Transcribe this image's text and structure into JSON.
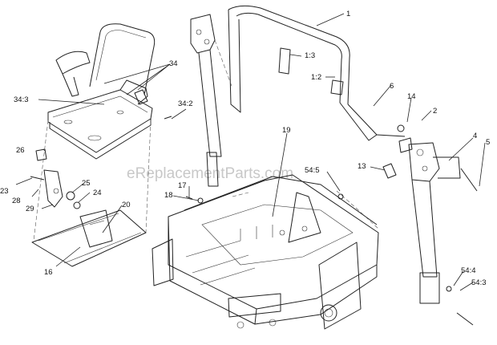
{
  "watermark": "eReplacementParts.com",
  "callouts": [
    {
      "id": "c1",
      "text": "1"
    },
    {
      "id": "c1_3",
      "text": "1:3"
    },
    {
      "id": "c1_2",
      "text": "1:2"
    },
    {
      "id": "c6",
      "text": "6"
    },
    {
      "id": "c14",
      "text": "14"
    },
    {
      "id": "c2",
      "text": "2"
    },
    {
      "id": "c4",
      "text": "4"
    },
    {
      "id": "c5",
      "text": "5"
    },
    {
      "id": "c13",
      "text": "13"
    },
    {
      "id": "c34",
      "text": "34"
    },
    {
      "id": "c34_3",
      "text": "34:3"
    },
    {
      "id": "c34_2",
      "text": "34:2"
    },
    {
      "id": "c19",
      "text": "19"
    },
    {
      "id": "c54_5",
      "text": "54:5"
    },
    {
      "id": "c26",
      "text": "26"
    },
    {
      "id": "c23",
      "text": "23"
    },
    {
      "id": "c28",
      "text": "28"
    },
    {
      "id": "c29",
      "text": "29"
    },
    {
      "id": "c25",
      "text": "25"
    },
    {
      "id": "c24",
      "text": "24"
    },
    {
      "id": "c20",
      "text": "20"
    },
    {
      "id": "c18",
      "text": "18"
    },
    {
      "id": "c17",
      "text": "17"
    },
    {
      "id": "c16",
      "text": "16"
    },
    {
      "id": "c54_4",
      "text": "54:4"
    },
    {
      "id": "c54_3",
      "text": "54:3"
    }
  ]
}
